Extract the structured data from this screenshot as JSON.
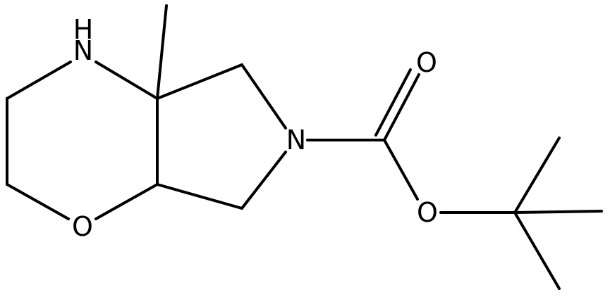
{
  "molecule": {
    "atoms": {
      "nh_n": "N",
      "nh_h": "H",
      "ring_o": "O",
      "amide_n": "N",
      "carbonyl_o": "O",
      "ester_o": "O"
    },
    "colors": {
      "bond": "#000000",
      "label": "#000000",
      "background": "#ffffff"
    }
  }
}
